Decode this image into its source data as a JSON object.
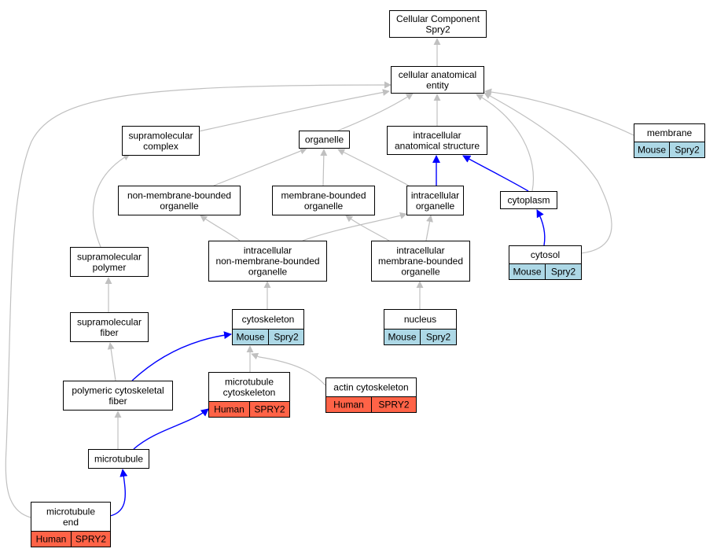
{
  "colors": {
    "mouse": "#add8e6",
    "human": "#ff6347",
    "edge_is_a": "#c0c0c0",
    "edge_part_of": "#0000ff"
  },
  "nodes": [
    {
      "id": "cellular-component",
      "lines": [
        "Cellular Component",
        "Spry2"
      ]
    },
    {
      "id": "cellular-anatomical-entity",
      "lines": [
        "cellular anatomical",
        "entity"
      ]
    },
    {
      "id": "supramolecular-complex",
      "lines": [
        "supramolecular",
        "complex"
      ]
    },
    {
      "id": "organelle",
      "lines": [
        "organelle"
      ]
    },
    {
      "id": "intracellular-anatomical-structure",
      "lines": [
        "intracellular",
        "anatomical structure"
      ]
    },
    {
      "id": "membrane",
      "lines": [
        "membrane"
      ],
      "annotation": {
        "species": "Mouse",
        "gene": "Spry2",
        "color": "mouse"
      }
    },
    {
      "id": "non-membrane-bounded-organelle",
      "lines": [
        "non-membrane-bounded",
        "organelle"
      ]
    },
    {
      "id": "membrane-bounded-organelle",
      "lines": [
        "membrane-bounded",
        "organelle"
      ]
    },
    {
      "id": "intracellular-organelle",
      "lines": [
        "intracellular",
        "organelle"
      ]
    },
    {
      "id": "cytoplasm",
      "lines": [
        "cytoplasm"
      ]
    },
    {
      "id": "supramolecular-polymer",
      "lines": [
        "supramolecular",
        "polymer"
      ]
    },
    {
      "id": "intracellular-non-membrane-bounded-organelle",
      "lines": [
        "intracellular",
        "non-membrane-bounded",
        "organelle"
      ]
    },
    {
      "id": "intracellular-membrane-bounded-organelle",
      "lines": [
        "intracellular",
        "membrane-bounded",
        "organelle"
      ]
    },
    {
      "id": "cytosol",
      "lines": [
        "cytosol"
      ],
      "annotation": {
        "species": "Mouse",
        "gene": "Spry2",
        "color": "mouse"
      }
    },
    {
      "id": "supramolecular-fiber",
      "lines": [
        "supramolecular",
        "fiber"
      ]
    },
    {
      "id": "cytoskeleton",
      "lines": [
        "cytoskeleton"
      ],
      "annotation": {
        "species": "Mouse",
        "gene": "Spry2",
        "color": "mouse"
      }
    },
    {
      "id": "nucleus",
      "lines": [
        "nucleus"
      ],
      "annotation": {
        "species": "Mouse",
        "gene": "Spry2",
        "color": "mouse"
      }
    },
    {
      "id": "polymeric-cytoskeletal-fiber",
      "lines": [
        "polymeric cytoskeletal",
        "fiber"
      ]
    },
    {
      "id": "microtubule-cytoskeleton",
      "lines": [
        "microtubule",
        "cytoskeleton"
      ],
      "annotation": {
        "species": "Human",
        "gene": "SPRY2",
        "color": "human"
      }
    },
    {
      "id": "actin-cytoskeleton",
      "lines": [
        "actin cytoskeleton"
      ],
      "annotation": {
        "species": "Human",
        "gene": "SPRY2",
        "color": "human"
      }
    },
    {
      "id": "microtubule",
      "lines": [
        "microtubule"
      ]
    },
    {
      "id": "microtubule-end",
      "lines": [
        "microtubule",
        "end"
      ],
      "annotation": {
        "species": "Human",
        "gene": "SPRY2",
        "color": "human"
      }
    }
  ],
  "edges": [
    {
      "from": "cellular-anatomical-entity",
      "to": "cellular-component",
      "kind": "is_a"
    },
    {
      "from": "supramolecular-complex",
      "to": "cellular-anatomical-entity",
      "kind": "is_a"
    },
    {
      "from": "organelle",
      "to": "cellular-anatomical-entity",
      "kind": "is_a"
    },
    {
      "from": "intracellular-anatomical-structure",
      "to": "cellular-anatomical-entity",
      "kind": "is_a"
    },
    {
      "from": "membrane",
      "to": "cellular-anatomical-entity",
      "kind": "is_a"
    },
    {
      "from": "cytoplasm",
      "to": "cellular-anatomical-entity",
      "kind": "is_a"
    },
    {
      "from": "cytosol",
      "to": "cellular-anatomical-entity",
      "kind": "is_a"
    },
    {
      "from": "microtubule-end",
      "to": "cellular-anatomical-entity",
      "kind": "is_a"
    },
    {
      "from": "non-membrane-bounded-organelle",
      "to": "organelle",
      "kind": "is_a"
    },
    {
      "from": "membrane-bounded-organelle",
      "to": "organelle",
      "kind": "is_a"
    },
    {
      "from": "intracellular-organelle",
      "to": "organelle",
      "kind": "is_a"
    },
    {
      "from": "intracellular-organelle",
      "to": "intracellular-anatomical-structure",
      "kind": "part_of"
    },
    {
      "from": "cytoplasm",
      "to": "intracellular-anatomical-structure",
      "kind": "part_of"
    },
    {
      "from": "cytosol",
      "to": "cytoplasm",
      "kind": "part_of"
    },
    {
      "from": "intracellular-non-membrane-bounded-organelle",
      "to": "non-membrane-bounded-organelle",
      "kind": "is_a"
    },
    {
      "from": "intracellular-non-membrane-bounded-organelle",
      "to": "intracellular-organelle",
      "kind": "is_a"
    },
    {
      "from": "intracellular-membrane-bounded-organelle",
      "to": "membrane-bounded-organelle",
      "kind": "is_a"
    },
    {
      "from": "intracellular-membrane-bounded-organelle",
      "to": "intracellular-organelle",
      "kind": "is_a"
    },
    {
      "from": "supramolecular-polymer",
      "to": "supramolecular-complex",
      "kind": "is_a"
    },
    {
      "from": "supramolecular-fiber",
      "to": "supramolecular-polymer",
      "kind": "is_a"
    },
    {
      "from": "polymeric-cytoskeletal-fiber",
      "to": "supramolecular-fiber",
      "kind": "is_a"
    },
    {
      "from": "polymeric-cytoskeletal-fiber",
      "to": "cytoskeleton",
      "kind": "part_of"
    },
    {
      "from": "cytoskeleton",
      "to": "intracellular-non-membrane-bounded-organelle",
      "kind": "is_a"
    },
    {
      "from": "nucleus",
      "to": "intracellular-membrane-bounded-organelle",
      "kind": "is_a"
    },
    {
      "from": "microtubule-cytoskeleton",
      "to": "cytoskeleton",
      "kind": "is_a"
    },
    {
      "from": "actin-cytoskeleton",
      "to": "cytoskeleton",
      "kind": "is_a"
    },
    {
      "from": "microtubule",
      "to": "polymeric-cytoskeletal-fiber",
      "kind": "is_a"
    },
    {
      "from": "microtubule",
      "to": "microtubule-cytoskeleton",
      "kind": "part_of"
    },
    {
      "from": "microtubule-end",
      "to": "microtubule",
      "kind": "part_of"
    }
  ]
}
